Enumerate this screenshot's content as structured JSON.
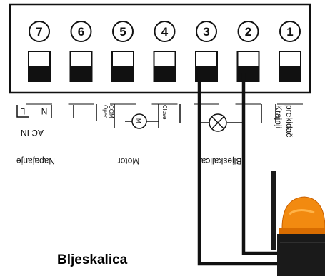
{
  "terminals": [
    {
      "number": "7"
    },
    {
      "number": "6"
    },
    {
      "number": "5"
    },
    {
      "number": "4"
    },
    {
      "number": "3"
    },
    {
      "number": "2"
    },
    {
      "number": "1"
    }
  ],
  "labels": {
    "napajanje": "Napajanje",
    "ac_in": "AC  IN",
    "l": "L",
    "n": "N",
    "motor": "Motor",
    "open": "Open",
    "com": "COM",
    "m": "M",
    "close": "Close",
    "bljeskalica": "Bljeskalica",
    "krajnji": "Krajnji",
    "prekidac": "prekidač"
  },
  "caption": "Bljeskalica",
  "colors": {
    "lamp_dome": "#f28a10",
    "lamp_base": "#1a1a1a",
    "wire": "#111111"
  }
}
